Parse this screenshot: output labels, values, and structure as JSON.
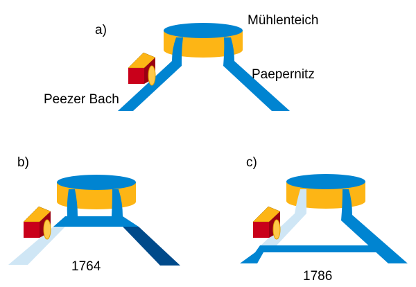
{
  "panels": {
    "a": {
      "label": "a)",
      "pond": "Mühlenteich",
      "river": "Paepernitz",
      "stream": "Peezer Bach"
    },
    "b": {
      "label": "b)",
      "year": "1764"
    },
    "c": {
      "label": "c)",
      "year": "1786"
    }
  },
  "colors": {
    "water": "#0084d1",
    "water_light": "#cfe6f5",
    "water_dark": "#004a8a",
    "pond_wall": "#fdb515",
    "mill_red": "#c9001a",
    "mill_side": "#9a0012",
    "wheel": "#ffc94a"
  }
}
